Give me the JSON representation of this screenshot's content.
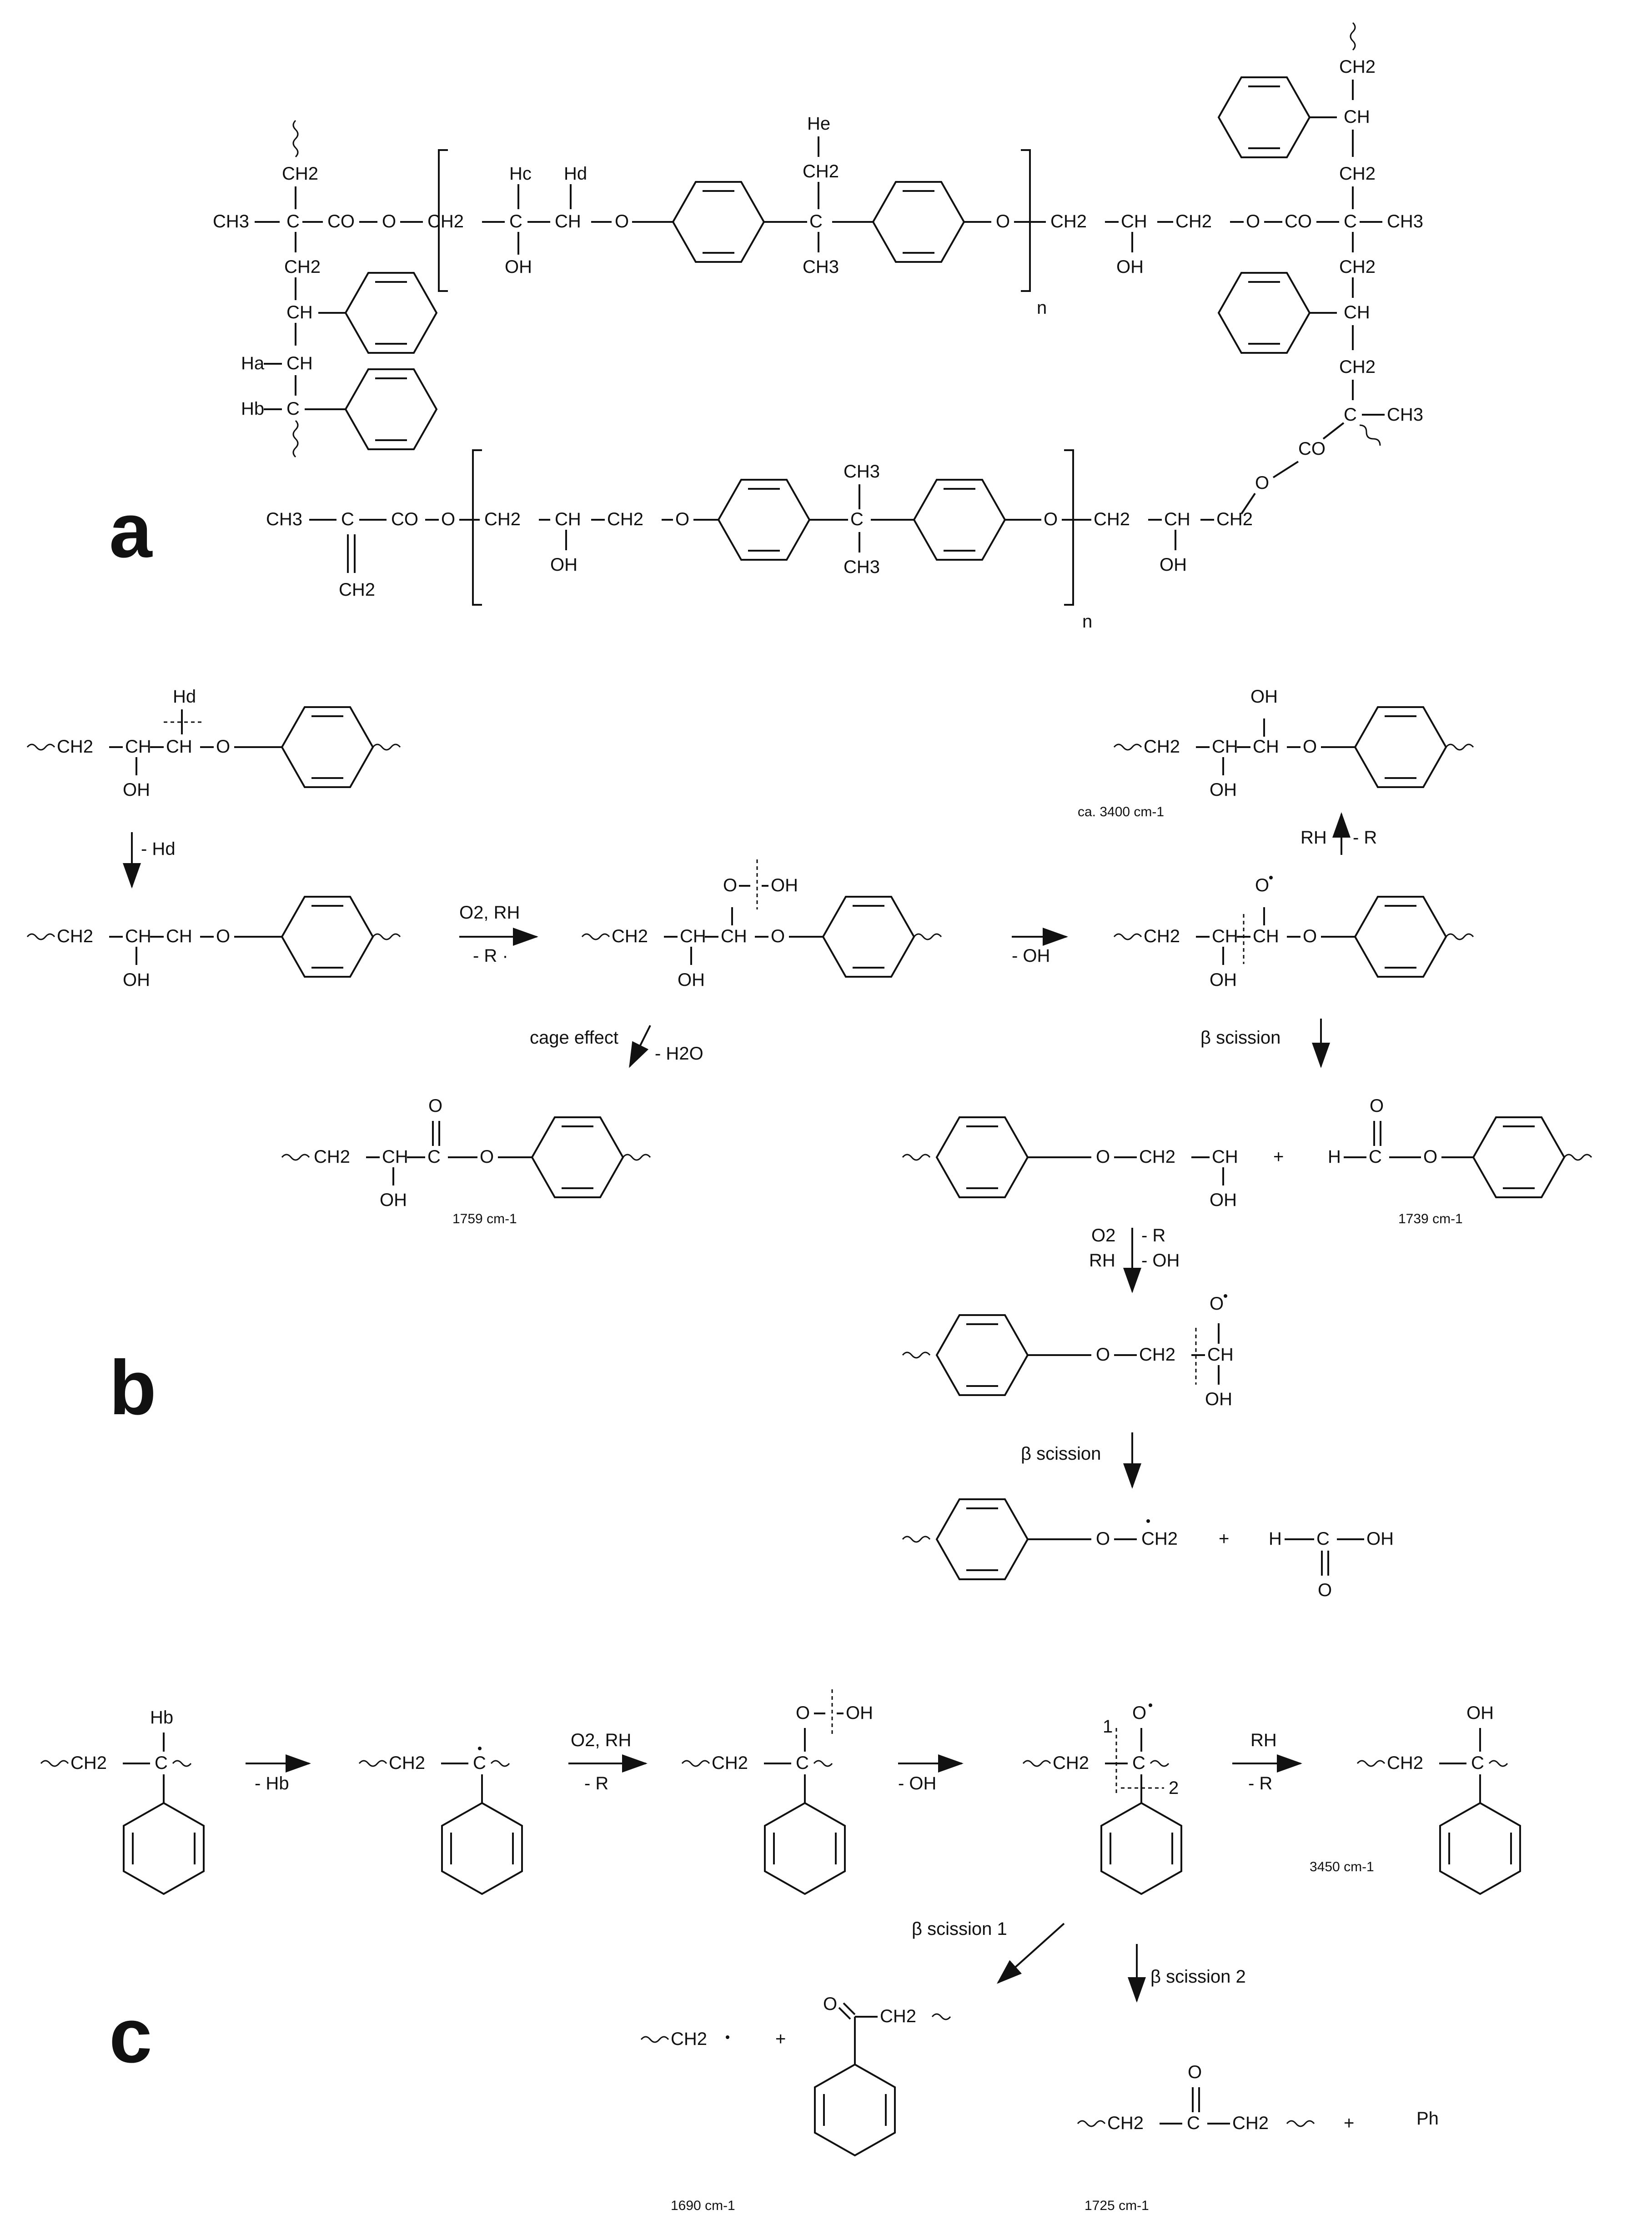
{
  "panels": {
    "a": "a",
    "b": "b",
    "c": "c"
  },
  "a_labels": {
    "ch3": "CH3",
    "ch2": "CH2",
    "ch": "CH",
    "co": "CO",
    "o": "O",
    "oh": "OH",
    "c": "C",
    "n": "n",
    "hc": "Hc",
    "hd": "Hd",
    "ha": "Ha",
    "hb": "Hb",
    "he": "He"
  },
  "b_labels": {
    "hd": "Hd",
    "minus_hd": "- Hd",
    "o2_rh": "O2, RH",
    "minus_r_dot": "- R ·",
    "minus_oh": "-  OH",
    "rh": "RH",
    "minus_r": "- R",
    "ca3400": "ca. 3400 cm-1",
    "cage_effect": "cage effect",
    "minus_h2o": "- H2O",
    "beta1": "β scission",
    "beta2": "β scission",
    "plus": "+",
    "wn1759": "1759 cm-1",
    "wn1739": "1739 cm-1",
    "o2": "O2",
    "rh2": "RH",
    "minus_r2": "- R",
    "minus_oh2": "- OH",
    "h": "H",
    "c": "C",
    "o": "O",
    "oh": "OH",
    "ch2": "CH2",
    "ch": "CH"
  },
  "c_labels": {
    "hb": "Hb",
    "minus_hb": "- Hb",
    "o2_rh": "O2, RH",
    "minus_r": "- R",
    "minus_oh": "-  OH",
    "rh": "RH",
    "minus_r2": "- R",
    "wn3450": "3450 cm-1",
    "one": "1",
    "two": "2",
    "beta_scission_1": "β scission 1",
    "beta_scission_2": "β scission 2",
    "plus": "+",
    "ph": "Ph",
    "wn1690": "1690 cm-1",
    "wn1725": "1725 cm-1",
    "oh": "OH",
    "o": "O",
    "ch2": "CH2",
    "c": "C"
  }
}
